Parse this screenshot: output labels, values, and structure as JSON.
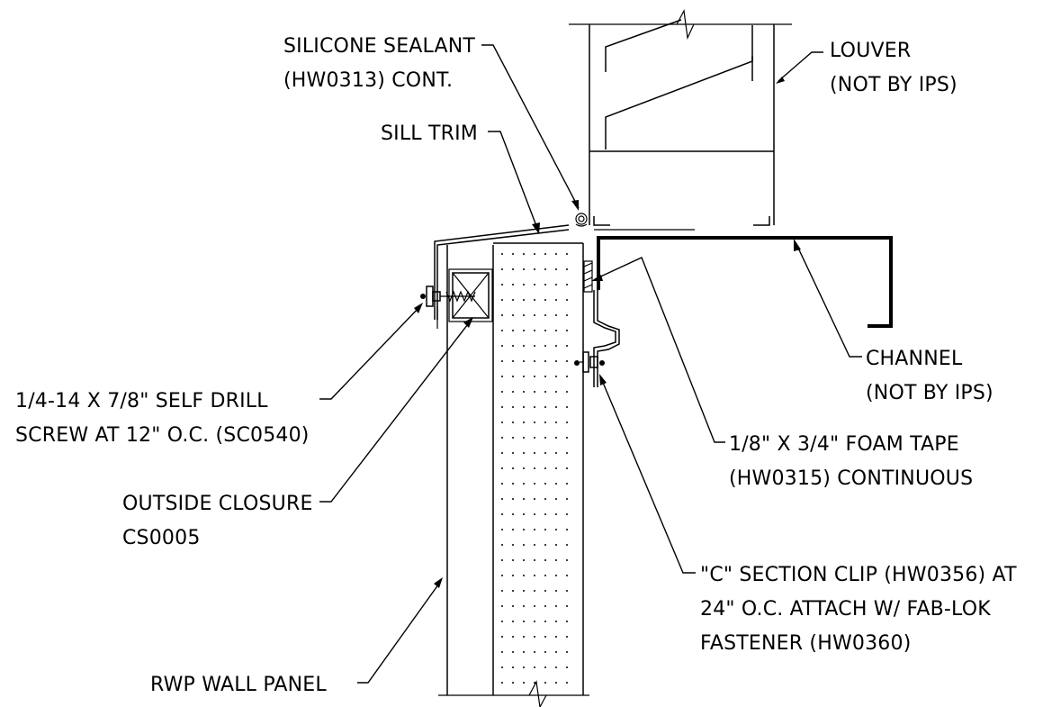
{
  "labels": {
    "silicone_sealant": [
      "SILICONE SEALANT",
      "(HW0313) CONT."
    ],
    "louver": [
      "LOUVER",
      "(NOT BY IPS)"
    ],
    "sill_trim": [
      "SILL TRIM"
    ],
    "channel": [
      "CHANNEL",
      "(NOT BY IPS)"
    ],
    "self_drill_screw": [
      "1/4-14 X 7/8\" SELF DRILL",
      "SCREW AT 12\" O.C. (SC0540)"
    ],
    "foam_tape": [
      "1/8\" X 3/4\" FOAM TAPE",
      "(HW0315) CONTINUOUS"
    ],
    "outside_closure": [
      "OUTSIDE CLOSURE",
      "CS0005"
    ],
    "c_section_clip": [
      "\"C\" SECTION CLIP (HW0356) AT",
      "24\" O.C. ATTACH W/ FAB-LOK",
      "FASTENER (HW0360)"
    ],
    "rwp_wall_panel": [
      "RWP WALL PANEL"
    ]
  }
}
